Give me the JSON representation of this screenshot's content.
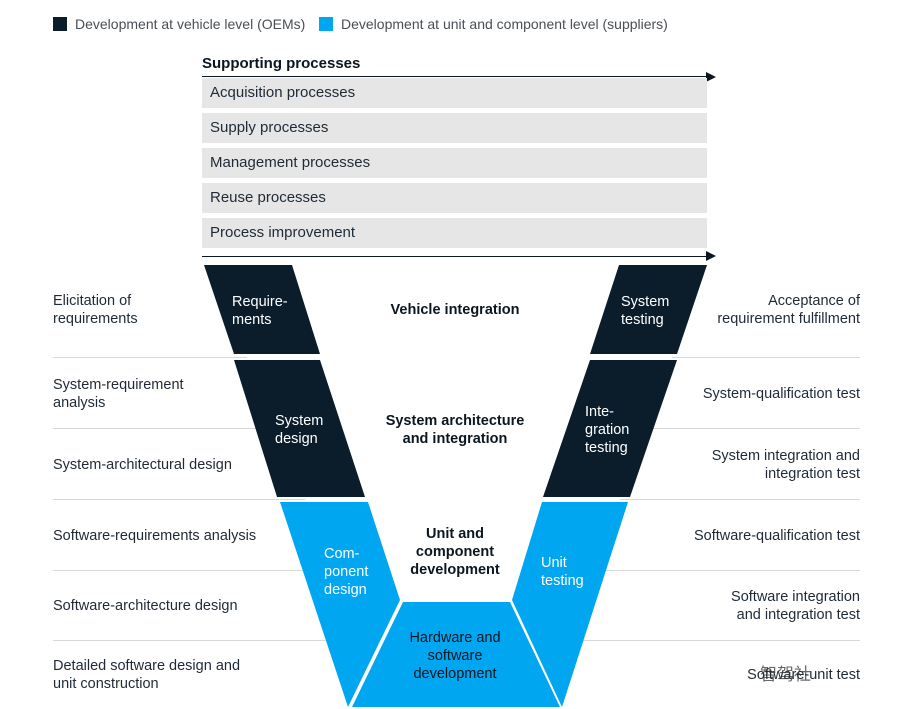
{
  "colors": {
    "oem": "#0b1d2a",
    "supplier": "#00a6f0",
    "bar": "#e6e6e6",
    "rule": "#d8d8d8"
  },
  "legend": {
    "oem_label": "Development at vehicle level (OEMs)",
    "supplier_label": "Development at unit and component level (suppliers)"
  },
  "supporting": {
    "title": "Supporting processes",
    "items": [
      "Acquisition processes",
      "Supply processes",
      "Management processes",
      "Reuse processes",
      "Process improvement"
    ]
  },
  "left_labels": [
    "Elicitation of\nrequirements",
    "System-requirement\nanalysis",
    "System-architectural design",
    "Software-requirements analysis",
    "Software-architecture design",
    "Detailed software design and\nunit construction"
  ],
  "right_labels": [
    "Acceptance of\nrequirement fulfillment",
    "System-qualification test",
    "System integration and\nintegration test",
    "Software-qualification test",
    "Software integration\nand integration test",
    "Software-unit test"
  ],
  "v_model": {
    "left": [
      "Require-\nments",
      "System\ndesign",
      "Com-\nponent\ndesign"
    ],
    "right": [
      "System\ntesting",
      "Inte-\ngration\ntesting",
      "Unit\ntesting"
    ],
    "center": [
      "Vehicle integration",
      "System architecture\nand integration",
      "Unit and\ncomponent\ndevelopment"
    ],
    "bottom": "Hardware and\nsoftware\ndevelopment"
  },
  "watermark": "智驾社"
}
